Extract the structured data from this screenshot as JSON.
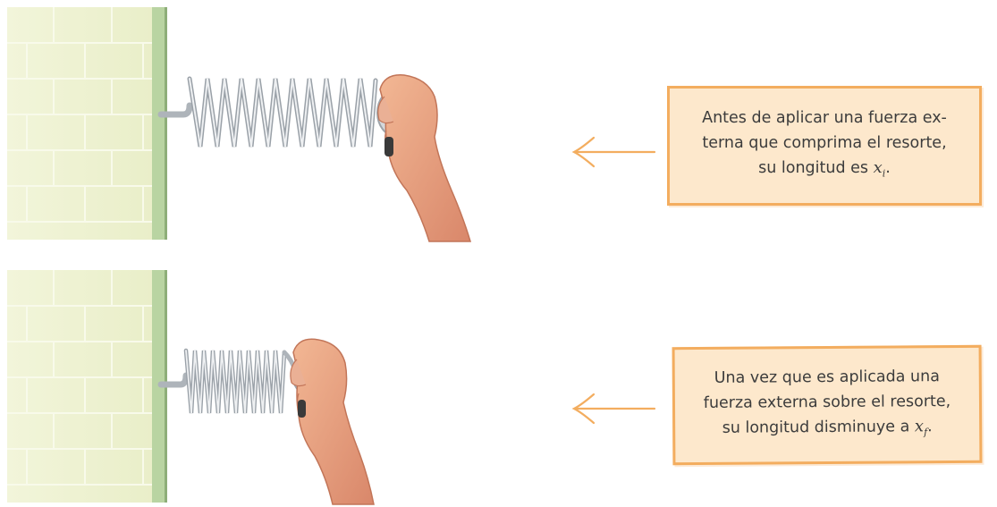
{
  "top_panel": {
    "note_lines": [
      "Antes de aplicar una fuerza ex-",
      "terna que comprima el resorte,",
      "su longitud es "
    ],
    "variable": "x",
    "subscript": "i",
    "end_punct": "."
  },
  "bottom_panel": {
    "note_lines": [
      "Una vez que es aplicada una",
      "fuerza externa sobre el resorte,",
      "su longitud disminuye a "
    ],
    "variable": "x",
    "subscript": "f",
    "end_punct": "."
  },
  "colors": {
    "note_fill": "#fde8cc",
    "note_border": "#f3ad5f",
    "arrow": "#f3ad5f",
    "wall": "#eef2cf",
    "wall_edge": "#a9c592",
    "spring": "#c9ced3",
    "skin": "#e7a07d"
  },
  "icons": [
    "brick-wall",
    "coil-spring",
    "hand",
    "left-arrow-icon"
  ]
}
